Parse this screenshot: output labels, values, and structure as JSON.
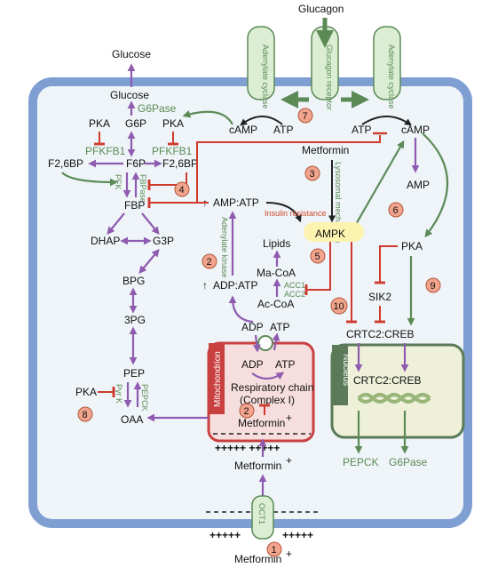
{
  "labels": {
    "glucagon": "Glucagon",
    "glucose_out": "Glucose",
    "glucose_in": "Glucose",
    "g6p": "G6P",
    "g6pase_top": "G6Pase",
    "pka_1": "PKA",
    "pka_2": "PKA",
    "pfkfb1_1": "PFKFB1",
    "pfkfb1_2": "PFKFB1",
    "f26bp_1": "F2,6BP",
    "f6p": "F6P",
    "f26bp_2": "F2,6BP",
    "pfk": "PFK",
    "fbpase": "FBPase",
    "fbp": "FBP",
    "dhap": "DHAP",
    "g3p": "G3P",
    "bpg": "BPG",
    "pg3": "3PG",
    "pep": "PEP",
    "pka_3": "PKA",
    "pyrk": "Pyr K",
    "pepck_enz": "PEPCK",
    "oaa": "OAA",
    "adenylate_cyclase_1": "Adenylate cyclase",
    "glucagon_receptor": "Glucagon receptor",
    "adenylate_cyclase_2": "Adenylate cyclase",
    "camp_1": "cAMP",
    "atp_1": "ATP",
    "atp_2": "ATP",
    "camp_2": "cAMP",
    "amp": "AMP",
    "metformin_top": "Metformin",
    "lysosomal_mechanism": "Lysosomal mechanism",
    "amp_atp": "AMP:ATP",
    "adenylate_kinase": "Adenylate kinase",
    "insulin_resistance": "Insulin resistance",
    "lipids": "Lipids",
    "ampk": "AMPK",
    "ma_coa": "Ma-CoA",
    "acc1": "ACC1",
    "acc2": "ACC2",
    "ac_coa": "Ac-CoA",
    "adp_atp": "ADP:ATP",
    "pka_4": "PKA",
    "sik2": "SIK2",
    "adp_1": "ADP",
    "atp_3": "ATP",
    "mitochondrion": "Mitochondrion",
    "adp_2": "ADP",
    "atp_4": "ATP",
    "respiratory_chain": "Respiratory chain",
    "complex_i": "(Complex I)",
    "metformin_mito": "Metformin",
    "crtc2_creb_1": "CRTC2:CREB",
    "nucleus": "Nucleus",
    "crtc2_creb_2": "CRTC2:CREB",
    "pepck_gene": "PEPCK",
    "g6pase_gene": "G6Pase",
    "plus_mito": "+++++ +++++",
    "metformin_in": "Metformin",
    "oct1": "OCT1",
    "plus_left": "+++++",
    "plus_right": "+++++",
    "metformin_out": "Metformin",
    "superscript_plus": "+",
    "up_arrow": "↑"
  },
  "step_numbers": [
    "1",
    "2",
    "2",
    "3",
    "4",
    "5",
    "6",
    "7",
    "8",
    "9",
    "10"
  ],
  "colors": {
    "cell_border": "#7f9fd3",
    "cytoplasm": "#eef4f7",
    "mitochondrion_border": "#c94040",
    "mitochondrion_fill": "#f6dede",
    "nucleus_border": "#5b7a57",
    "nucleus_fill": "#eef0d8",
    "receptor_fill": "#dbeed3",
    "ampk_fill": "#fdf3b0",
    "badge_fill": "#f2a48c",
    "purple": "#8e5bb0",
    "green": "#5b8a57",
    "red": "#cf3a2e",
    "dna": "#9ab57a"
  }
}
